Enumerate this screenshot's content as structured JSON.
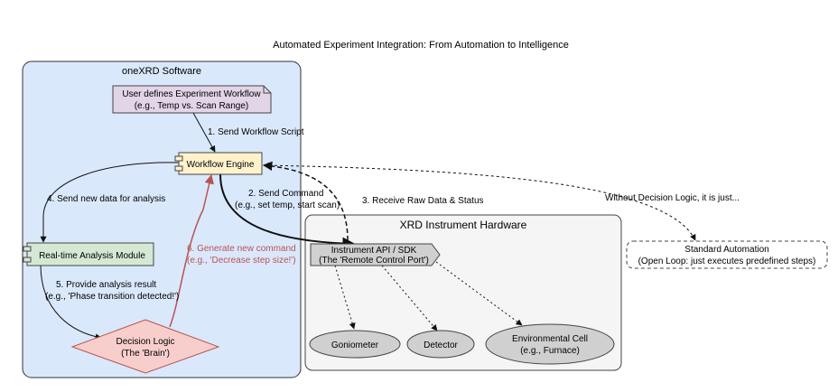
{
  "title": "Automated Experiment Integration: From Automation to Intelligence",
  "software": {
    "label": "oneXRD Software",
    "user_workflow": [
      "User defines Experiment Workflow",
      "(e.g., Temp vs. Scan Range)"
    ],
    "workflow_engine": "Workflow Engine",
    "analysis_module": "Real-time Analysis Module",
    "decision_logic": [
      "Decision Logic",
      "(The 'Brain')"
    ]
  },
  "hardware": {
    "label": "XRD Instrument Hardware",
    "api": [
      "Instrument API / SDK",
      "(The 'Remote Control Port')"
    ],
    "goniometer": "Goniometer",
    "detector": "Detector",
    "env_cell": [
      "Environmental Cell",
      "(e.g., Furnace)"
    ]
  },
  "standard_automation": [
    "Standard Automation",
    "(Open Loop: just executes predefined steps)"
  ],
  "edges": {
    "e1": "1. Send Workflow Script",
    "e2": [
      "2. Send Command",
      "(e.g., set temp, start scan)"
    ],
    "e3": "3. Receive Raw Data & Status",
    "e4": "4. Send new data for analysis",
    "e5": [
      "5. Provide analysis result",
      "(e.g., 'Phase transition detected!')"
    ],
    "e6": [
      "6. Generate new command",
      "(e.g., 'Decrease step size!')"
    ],
    "without": "Without Decision Logic, it is just..."
  },
  "colors": {
    "software_fill": "#dae8fc",
    "hardware_fill": "#f5f5f5",
    "user_fill": "#e1d5e7",
    "engine_fill": "#fff2cc",
    "analysis_fill": "#d5e8d4",
    "decision_fill": "#f8cecc",
    "feedback": "#b85450"
  }
}
